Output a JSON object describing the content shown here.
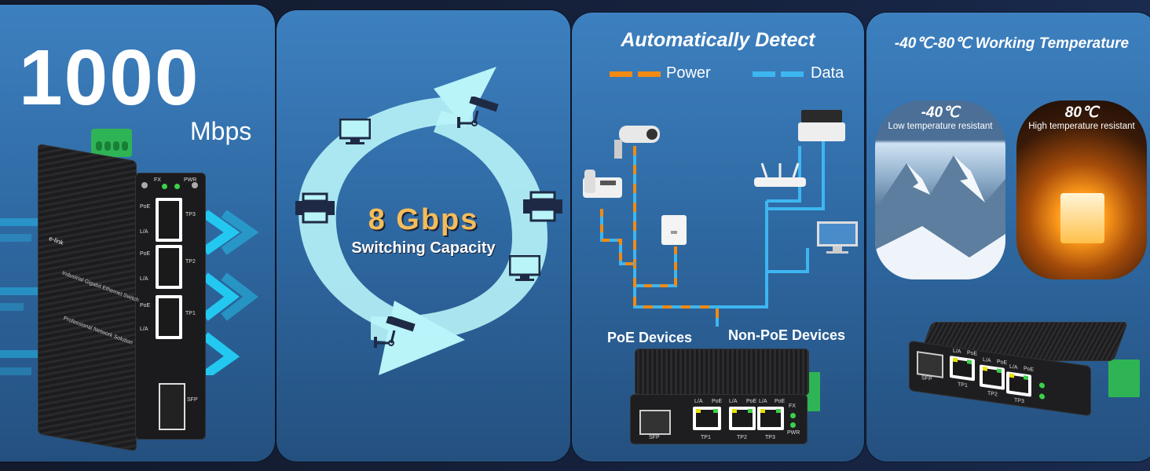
{
  "panels": {
    "speed": {
      "value": "1000",
      "unit": "Mbps",
      "device": {
        "brand": "e-link",
        "product_line": "Industrial Gigabit Ethernet Switch",
        "tagline": "Professional Network Solution",
        "leds": [
          "FX",
          "PWR"
        ],
        "ports": [
          {
            "name": "TP3",
            "labels": [
              "PoE",
              "L/A"
            ]
          },
          {
            "name": "TP2",
            "labels": [
              "PoE",
              "L/A"
            ]
          },
          {
            "name": "TP1",
            "labels": [
              "PoE",
              "L/A"
            ]
          }
        ],
        "sfp_label": "SFP"
      }
    },
    "switching": {
      "value": "8 Gbps",
      "caption": "Switching Capacity",
      "cycle_icons": [
        "monitor-icon",
        "camera-icon",
        "printer-icon",
        "camera-icon",
        "monitor-icon",
        "printer-icon"
      ]
    },
    "detect": {
      "title": "Automatically Detect",
      "legend": [
        {
          "label": "Power",
          "color": "#f28a12"
        },
        {
          "label": "Data",
          "color": "#3db6f0"
        }
      ],
      "poe_label": "PoE Devices",
      "non_poe_label": "Non-PoE Devices",
      "poe_devices": [
        "security-camera",
        "ip-phone",
        "wireless-ap"
      ],
      "non_poe_devices": [
        "printer",
        "router",
        "desktop-monitor"
      ],
      "device": {
        "ports": [
          {
            "name": "TP1",
            "labels": [
              "L/A",
              "PoE"
            ]
          },
          {
            "name": "TP2",
            "labels": [
              "L/A",
              "PoE"
            ]
          },
          {
            "name": "TP3",
            "labels": [
              "L/A",
              "PoE"
            ]
          }
        ],
        "sfp_label": "SFP",
        "leds": [
          "FX",
          "PWR"
        ]
      }
    },
    "temperature": {
      "title": "-40℃-80℃ Working Temperature",
      "low": {
        "value": "-40℃",
        "desc": "Low temperature resistant"
      },
      "high": {
        "value": "80℃",
        "desc": "High temperature resistant"
      },
      "device": {
        "ports": [
          {
            "name": "TP1",
            "labels": [
              "L/A",
              "PoE"
            ]
          },
          {
            "name": "TP2",
            "labels": [
              "L/A",
              "PoE"
            ]
          },
          {
            "name": "TP3",
            "labels": [
              "L/A",
              "PoE"
            ]
          }
        ],
        "sfp_label": "SFP"
      }
    }
  },
  "colors": {
    "panel_blue": "#3d80bf",
    "accent_gold": "#f5bc5a",
    "power_orange": "#f28a12",
    "data_blue": "#3db6f0",
    "arrow_cyan": "#b8f4f8",
    "terminal_green": "#2fb455"
  }
}
